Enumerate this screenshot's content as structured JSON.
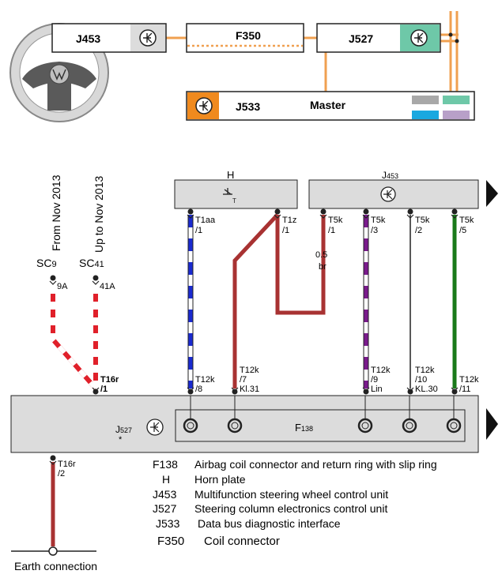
{
  "top_units": {
    "j453": "J453",
    "f350": "F350",
    "j527": "J527",
    "j533": "J533",
    "master": "Master"
  },
  "connections": {
    "from_nov_2013": "From Nov 2013",
    "up_to_nov_2013": "Up to Nov 2013",
    "sc9_main": "SC",
    "sc9_sub": "9",
    "sc41_main": "SC",
    "sc41_sub": "41",
    "pin_9a": "9A",
    "pin_41a": "41A",
    "h_label": "H",
    "j453_label_main": "J",
    "j453_label_sub": "453",
    "t1aa": "T1aa",
    "t1aa_pin": "/1",
    "t1z": "T1z",
    "t1z_pin": "/1",
    "t5k_1": "T5k",
    "t5k_1_pin": "/1",
    "wire_size": "0.5",
    "wire_color": "br",
    "t5k_3": "T5k",
    "t5k_3_pin": "/3",
    "t5k_2": "T5k",
    "t5k_2_pin": "/2",
    "t5k_5": "T5k",
    "t5k_5_pin": "/5",
    "t16r_main": "T16r",
    "t16r_main_pin": "/1",
    "t12k_8": "T12k",
    "t12k_8_pin": "/8",
    "t12k_7": "T12k",
    "t12k_7_pin": "/7",
    "t12k_7_func": "Kl.31",
    "t12k_9": "T12k",
    "t12k_9_pin": "/9",
    "t12k_9_func": "Lin",
    "t12k_10": "T12k",
    "t12k_10_pin": "/10",
    "t12k_10_func": "KL.30",
    "t12k_11": "T12k",
    "t12k_11_pin": "/11",
    "j527_main": "J",
    "j527_sub": "527",
    "j527_star": "*",
    "f138_main": "F",
    "f138_sub": "138",
    "t16r_earth": "T16r",
    "t16r_earth_pin": "/2",
    "earth": "Earth connection"
  },
  "legend": [
    {
      "code": "F138",
      "desc": "Airbag coil connector and return ring with slip ring"
    },
    {
      "code": "H",
      "desc": "Horn plate"
    },
    {
      "code": "J453",
      "desc": "Multifunction steering wheel control unit"
    },
    {
      "code": "J527",
      "desc": "Steering column electronics control unit"
    },
    {
      "code": "J533",
      "desc": "Data bus diagnostic interface"
    },
    {
      "code": "F350",
      "desc": "Coil connector"
    }
  ],
  "colors": {
    "bus": "#f0a050",
    "wire_brown": "#a83232",
    "wire_blue": "#1a2ad0",
    "wire_violet": "#7a1a8c",
    "wire_green": "#1a7a1a",
    "wire_red": "#e0202a",
    "j533_accent": "#f08a1e",
    "j527_accent": "#6ec8a8",
    "box_grey": "#dcdcdc"
  }
}
